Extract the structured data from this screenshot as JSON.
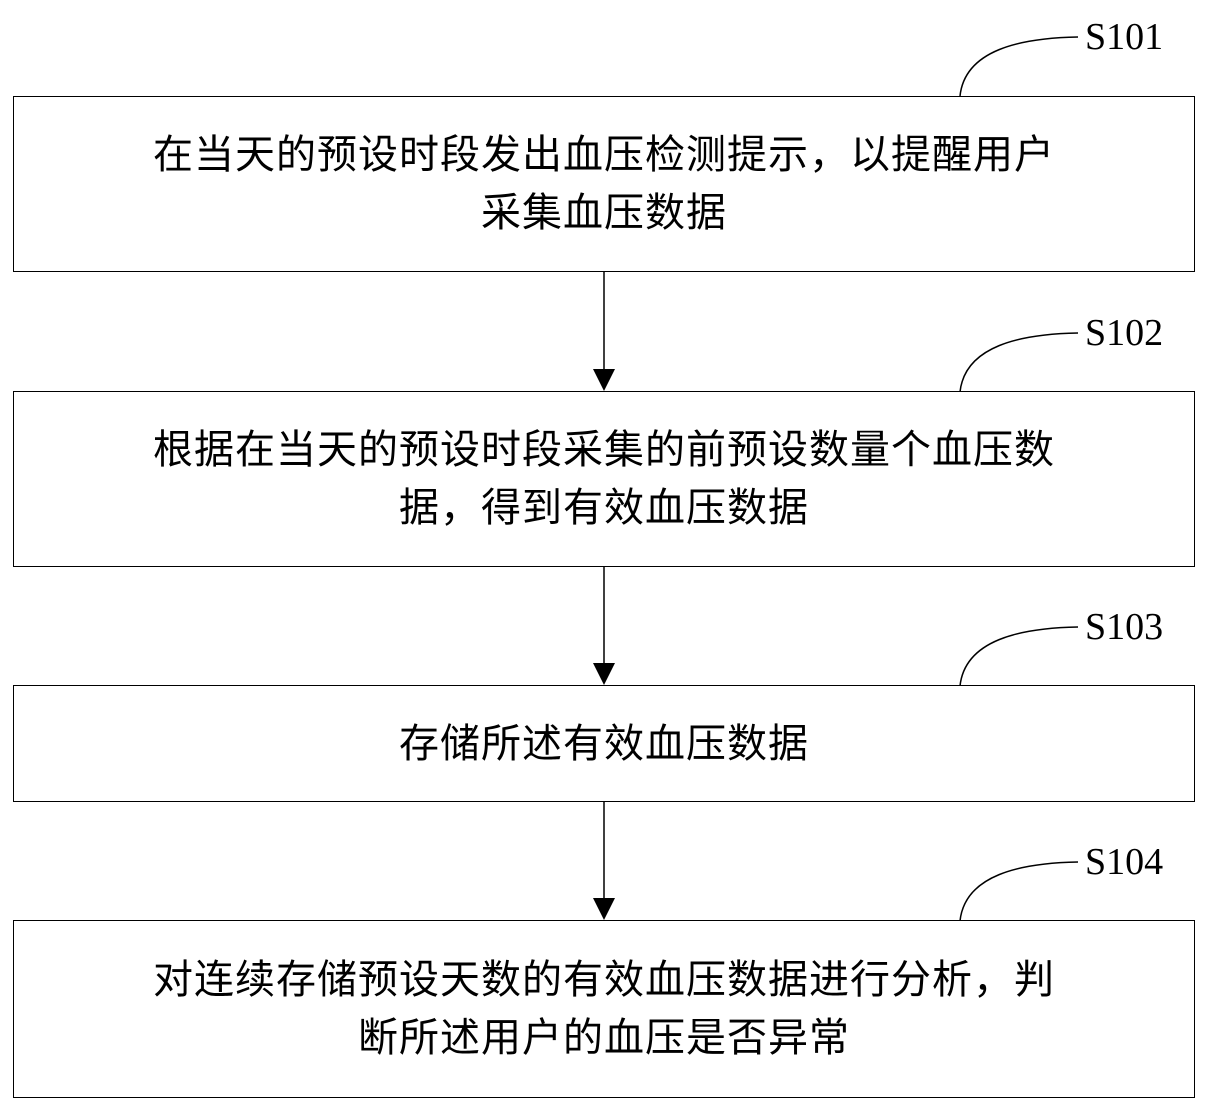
{
  "steps": [
    {
      "id": "S101",
      "text_lines": [
        "在当天的预设时段发出血压检测提示，以提醒用户",
        "采集血压数据"
      ]
    },
    {
      "id": "S102",
      "text_lines": [
        "根据在当天的预设时段采集的前预设数量个血压数",
        "据，得到有效血压数据"
      ]
    },
    {
      "id": "S103",
      "text_lines": [
        "存储所述有效血压数据"
      ]
    },
    {
      "id": "S104",
      "text_lines": [
        "对连续存储预设天数的有效血压数据进行分析，判",
        "断所述用户的血压是否异常"
      ]
    }
  ]
}
